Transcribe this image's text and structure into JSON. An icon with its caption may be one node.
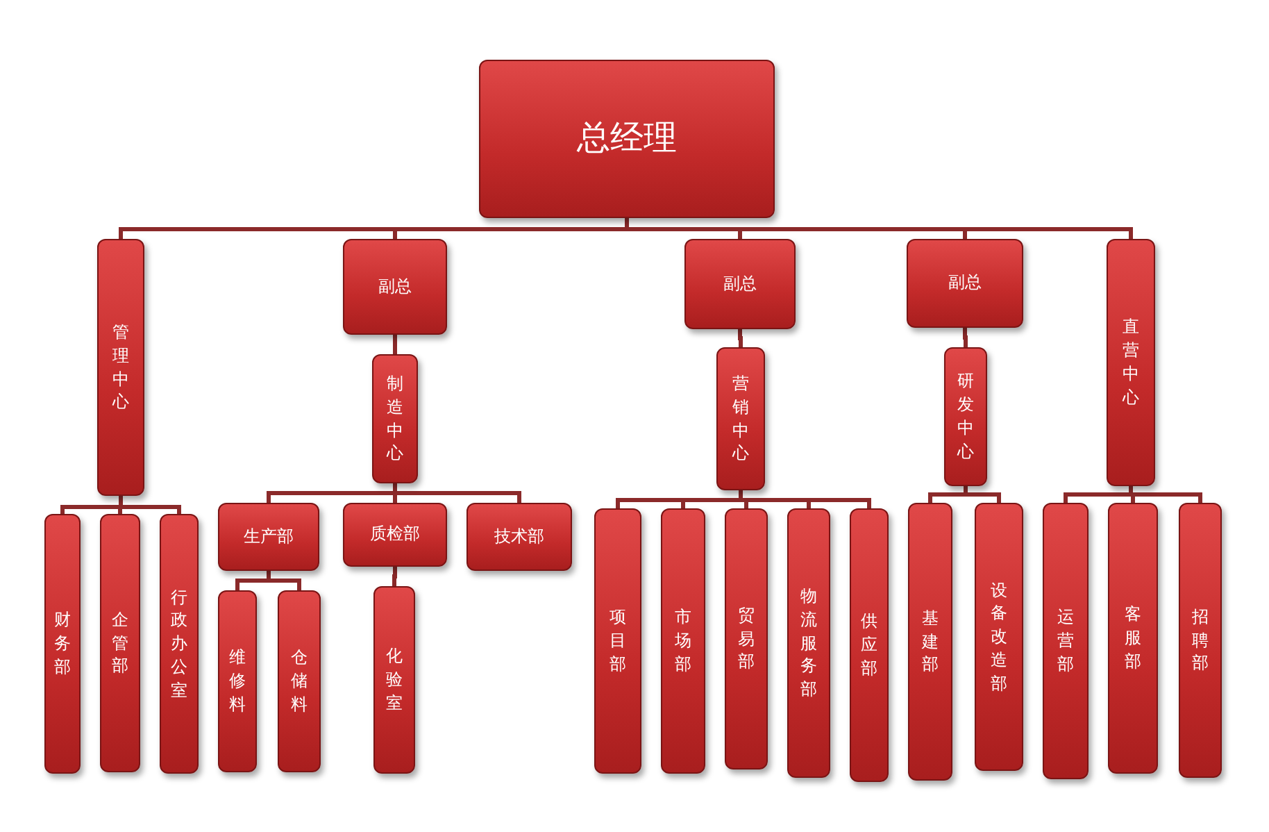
{
  "diagram": {
    "nodes": [
      {
        "text": [
          "总经理"
        ]
      },
      {
        "text": [
          "管理中心"
        ]
      },
      {
        "text": [
          "副总"
        ]
      },
      {
        "text": [
          "副总"
        ]
      },
      {
        "text": [
          "副总"
        ]
      },
      {
        "text": [
          "直营中心"
        ]
      },
      {
        "text": [
          "制造中心"
        ]
      },
      {
        "text": [
          "营销中心"
        ]
      },
      {
        "text": [
          "研发中心"
        ]
      },
      {
        "text": [
          "财务部"
        ]
      },
      {
        "text": [
          "企管部"
        ]
      },
      {
        "text": [
          "行政办公室"
        ]
      },
      {
        "text": [
          "生产部"
        ]
      },
      {
        "text": [
          "质检部"
        ]
      },
      {
        "text": [
          "技术部"
        ]
      },
      {
        "text": [
          "维修料"
        ]
      },
      {
        "text": [
          "仓储料"
        ]
      },
      {
        "text": [
          "化验室"
        ]
      },
      {
        "text": [
          "项目部"
        ]
      },
      {
        "text": [
          "市场部"
        ]
      },
      {
        "text": [
          "贸易部"
        ]
      },
      {
        "text": [
          "物流服务部"
        ]
      },
      {
        "text": [
          "供应部"
        ]
      },
      {
        "text": [
          "基建部"
        ]
      },
      {
        "text": [
          "设备改造部"
        ]
      },
      {
        "text": [
          "运营部"
        ]
      },
      {
        "text": [
          "客服部"
        ]
      },
      {
        "text": [
          "招聘部"
        ]
      }
    ],
    "edges": [
      {
        "from": 0,
        "to": 1,
        "arrow": "none"
      },
      {
        "from": 0,
        "to": 2,
        "arrow": "none"
      },
      {
        "from": 0,
        "to": 3,
        "arrow": "none"
      },
      {
        "from": 0,
        "to": 4,
        "arrow": "none"
      },
      {
        "from": 0,
        "to": 5,
        "arrow": "none"
      },
      {
        "from": 2,
        "to": 6,
        "arrow": "none"
      },
      {
        "from": 3,
        "to": 7,
        "arrow": "none"
      },
      {
        "from": 4,
        "to": 8,
        "arrow": "none"
      },
      {
        "from": 1,
        "to": 9,
        "arrow": "none"
      },
      {
        "from": 1,
        "to": 10,
        "arrow": "none"
      },
      {
        "from": 1,
        "to": 11,
        "arrow": "none"
      },
      {
        "from": 6,
        "to": 12,
        "arrow": "none"
      },
      {
        "from": 6,
        "to": 13,
        "arrow": "none"
      },
      {
        "from": 6,
        "to": 14,
        "arrow": "none"
      },
      {
        "from": 12,
        "to": 15,
        "arrow": "none"
      },
      {
        "from": 12,
        "to": 16,
        "arrow": "none"
      },
      {
        "from": 13,
        "to": 17,
        "arrow": "none"
      },
      {
        "from": 7,
        "to": 18,
        "arrow": "none"
      },
      {
        "from": 7,
        "to": 19,
        "arrow": "none"
      },
      {
        "from": 7,
        "to": 20,
        "arrow": "none"
      },
      {
        "from": 7,
        "to": 21,
        "arrow": "none"
      },
      {
        "from": 7,
        "to": 22,
        "arrow": "none"
      },
      {
        "from": 8,
        "to": 23,
        "arrow": "none"
      },
      {
        "from": 8,
        "to": 24,
        "arrow": "none"
      },
      {
        "from": 5,
        "to": 25,
        "arrow": "none"
      },
      {
        "from": 5,
        "to": 26,
        "arrow": "none"
      },
      {
        "from": 5,
        "to": 27,
        "arrow": "none"
      }
    ]
  }
}
